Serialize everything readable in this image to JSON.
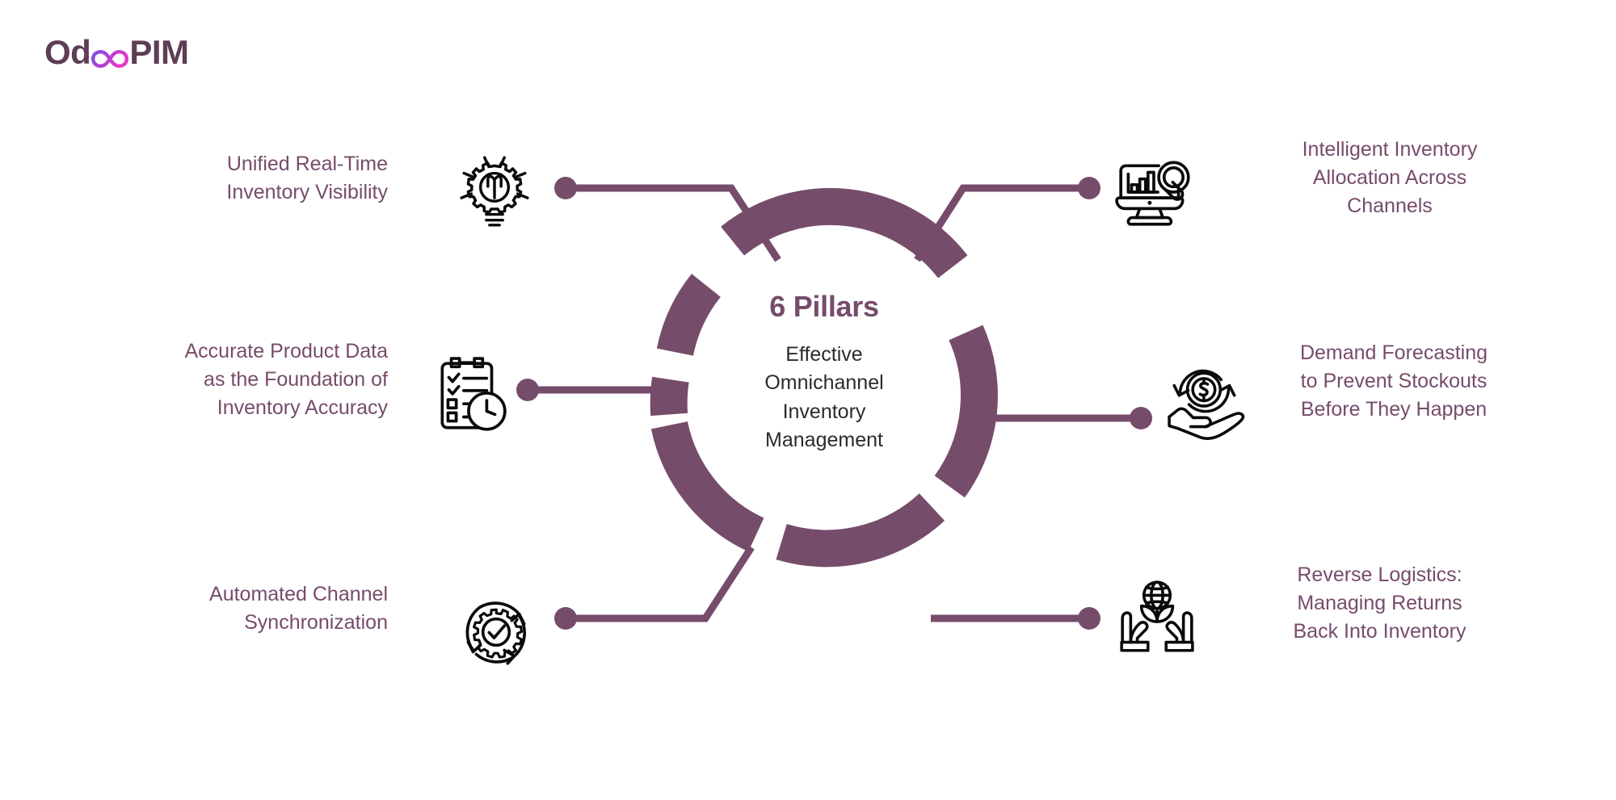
{
  "brand": {
    "logo_part_1": "Od",
    "logo_infinity_icon": "infinity-icon",
    "logo_part_2": "PIM",
    "logo_color": "#5E3D56",
    "infinity_gradient_start": "#7B4FE0",
    "infinity_gradient_end": "#E838C8"
  },
  "theme": {
    "accent": "#764C6B",
    "ring": "#764C6B",
    "connector": "#764C6B",
    "body_text": "#2b2b2b",
    "background": "#ffffff",
    "icon_stroke": "#0a0a0a"
  },
  "center": {
    "headline": "6 Pillars",
    "subline_lines": [
      "Effective",
      "Omnichannel",
      "Inventory",
      "Management"
    ]
  },
  "pillars": [
    {
      "id": 1,
      "side": "left",
      "position": "top",
      "icon": "lightbulb-gear-icon",
      "lines": [
        "Unified Real-Time",
        "Inventory Visibility"
      ]
    },
    {
      "id": 2,
      "side": "left",
      "position": "middle",
      "icon": "clipboard-checklist-clock-icon",
      "lines": [
        "Accurate Product Data",
        "as the Foundation of",
        "Inventory Accuracy"
      ]
    },
    {
      "id": 3,
      "side": "left",
      "position": "bottom",
      "icon": "gear-sync-check-icon",
      "lines": [
        "Automated Channel",
        "Synchronization"
      ]
    },
    {
      "id": 4,
      "side": "right",
      "position": "top",
      "icon": "monitor-chart-search-icon",
      "lines": [
        "Intelligent Inventory",
        "Allocation Across",
        "Channels"
      ]
    },
    {
      "id": 5,
      "side": "right",
      "position": "middle",
      "icon": "hand-dollar-refresh-icon",
      "lines": [
        "Demand Forecasting",
        "to Prevent Stockouts",
        "Before They Happen"
      ]
    },
    {
      "id": 6,
      "side": "right",
      "position": "bottom",
      "icon": "hands-globe-leaves-icon",
      "lines": [
        "Reverse Logistics:",
        "Managing Returns",
        "Back Into Inventory"
      ]
    }
  ],
  "chart_data": {
    "type": "diagram",
    "subtype": "donut-hub-and-spoke",
    "title": "6 Pillars of Effective Omnichannel Inventory Management",
    "segment_count": 6,
    "segments": [
      "Unified Real-Time Inventory Visibility",
      "Intelligent Inventory Allocation Across Channels",
      "Demand Forecasting to Prevent Stockouts Before They Happen",
      "Reverse Logistics: Managing Returns Back Into Inventory",
      "Automated Channel Synchronization",
      "Accurate Product Data as the Foundation of Inventory Accuracy"
    ]
  }
}
